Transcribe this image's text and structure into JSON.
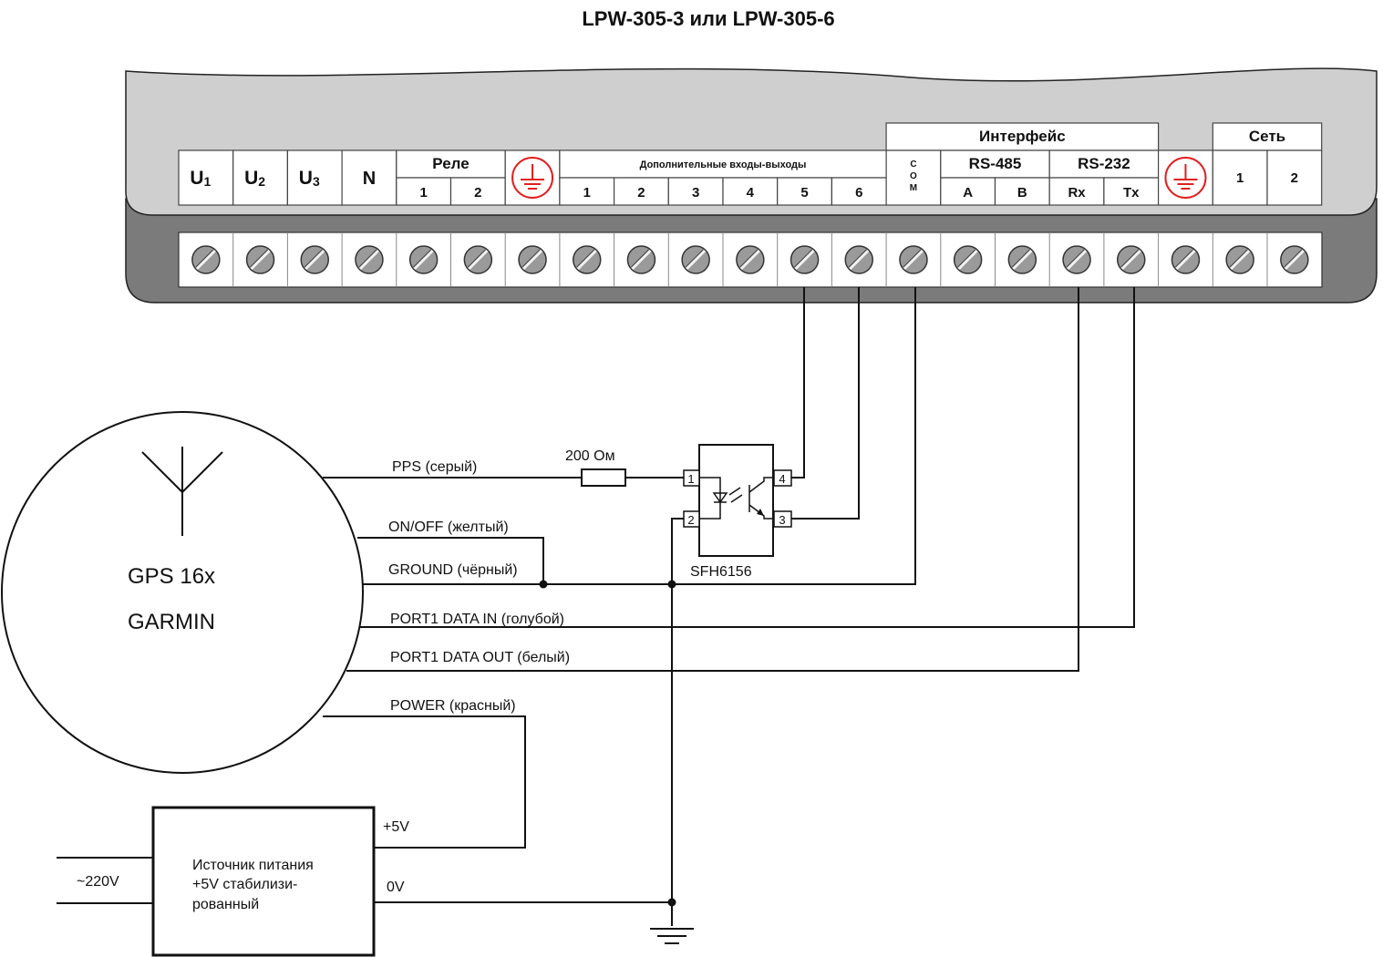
{
  "title": "LPW-305-3 или LPW-305-6",
  "device": {
    "voltage_labels": [
      {
        "main": "U",
        "sub": "1"
      },
      {
        "main": "U",
        "sub": "2"
      },
      {
        "main": "U",
        "sub": "3"
      }
    ],
    "neutral_label": "N",
    "relay": {
      "label": "Реле",
      "pins": [
        "1",
        "2"
      ]
    },
    "extra_io": {
      "label": "Дополнительные входы-выходы",
      "pins": [
        "1",
        "2",
        "3",
        "4",
        "5",
        "6"
      ]
    },
    "interface": {
      "label": "Интерфейс",
      "com_letters": [
        "C",
        "O",
        "M"
      ],
      "rs485": {
        "label": "RS-485",
        "pins": [
          "A",
          "B"
        ]
      },
      "rs232": {
        "label": "RS-232",
        "pins": [
          "Rx",
          "Tx"
        ]
      }
    },
    "network": {
      "label": "Сеть",
      "pins": [
        "1",
        "2"
      ]
    },
    "ground_icon": "protective-earth-icon",
    "ground_color": "#e02020",
    "terminal_count": 21
  },
  "gps": {
    "name": "GPS 16x",
    "brand": "GARMIN",
    "wires": {
      "pps": "PPS  (серый)",
      "onoff": "ON/OFF (желтый)",
      "ground": "GROUND (чёрный)",
      "data_in": "PORT1 DATA IN  (голубой)",
      "data_out": "PORT1 DATA OUT  (белый)",
      "power": "POWER (красный)"
    }
  },
  "resistor": {
    "label": "200 Ом"
  },
  "optocoupler": {
    "name": "SFH6156",
    "pins": [
      "1",
      "2",
      "3",
      "4"
    ]
  },
  "power_supply": {
    "lines": [
      "Источник питания",
      "+5V стабилизи-",
      "рованный"
    ],
    "input_label": "~220V",
    "out_plus_label": "+5V",
    "out_zero_label": "0V"
  }
}
